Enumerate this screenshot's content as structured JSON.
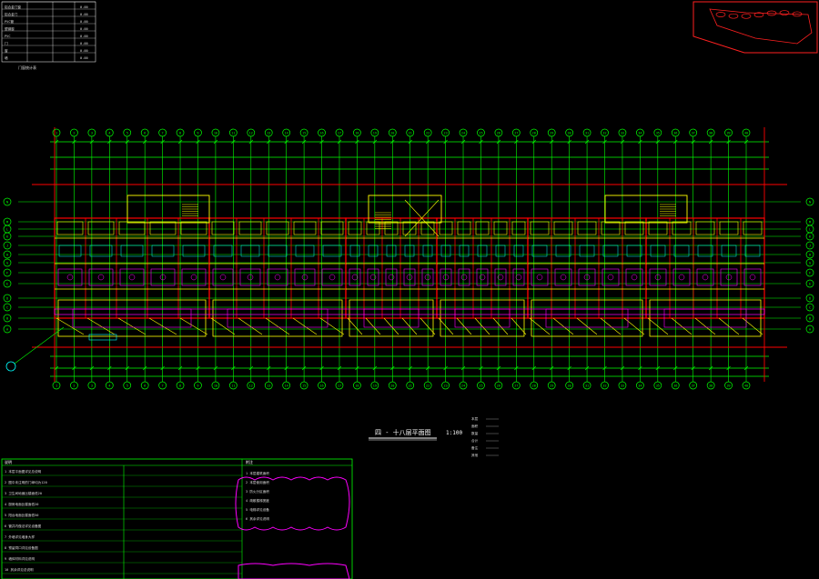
{
  "title_block": {
    "title": "四 - 十八层平面图",
    "scale": "1:100"
  },
  "legend_table": {
    "rows": [
      {
        "a": "铝合金门窗",
        "b": "0.00"
      },
      {
        "a": "铝合金门",
        "b": "0.00"
      },
      {
        "a": "PVC管",
        "b": "0.00"
      },
      {
        "a": "塑钢窗",
        "b": "0.00"
      },
      {
        "a": "PVC",
        "b": "0.00"
      },
      {
        "a": "门",
        "b": "0.00"
      },
      {
        "a": "窗",
        "b": "0.00"
      },
      {
        "a": "墙",
        "b": "0.00"
      }
    ],
    "caption": "门窗统计表"
  },
  "axes_top": [
    "1",
    "2",
    "3",
    "4",
    "5",
    "6",
    "7",
    "8",
    "9",
    "10",
    "11",
    "12",
    "13",
    "14",
    "15",
    "16",
    "17",
    "18",
    "19",
    "20",
    "21",
    "22",
    "23",
    "24",
    "25",
    "26",
    "27",
    "28",
    "29",
    "30",
    "31",
    "32",
    "33",
    "34",
    "35",
    "36",
    "37",
    "38",
    "39",
    "40"
  ],
  "axes_bottom": [
    "1",
    "2",
    "3",
    "4",
    "5",
    "6",
    "7",
    "8",
    "9",
    "10",
    "11",
    "12",
    "13",
    "14",
    "15",
    "16",
    "17",
    "18",
    "19",
    "20",
    "21",
    "22",
    "23",
    "24",
    "25",
    "26",
    "27",
    "28",
    "29",
    "30",
    "31",
    "32",
    "33",
    "34",
    "35",
    "36",
    "37",
    "38",
    "39",
    "40"
  ],
  "axes_left": [
    "N",
    "M",
    "L",
    "K",
    "J",
    "H",
    "G",
    "F",
    "E",
    "D",
    "C",
    "B",
    "A"
  ],
  "axes_right": [
    "N",
    "M",
    "L",
    "K",
    "J",
    "H",
    "G",
    "F",
    "E",
    "D",
    "C",
    "B",
    "A"
  ],
  "notes": {
    "heading": "说明",
    "left_col": [
      "1 本层平面图详见总说明",
      "2 图中未注明的门垛均为120",
      "3 卫生间地面比楼面低20",
      "4 厨房地面比楼面低20",
      "5 阳台地面比楼面低50",
      "6 管井内做法详见设备图",
      "7 外墙详见墙身大样",
      "8 预留洞口详见设备图",
      "9 墙体材料详见说明",
      "10 其余详见总说明"
    ],
    "right_heading": "附注",
    "right_col": [
      "1 本层建筑面积",
      "2 本层使用面积",
      "3 防火分区面积",
      "4 疏散楼梯宽度",
      "5 电梯详见设备",
      "6 其余详见说明"
    ]
  },
  "small_legend": [
    "本层",
    "面积",
    "数量",
    "合计",
    "备注",
    "其他"
  ],
  "colors": {
    "grid": "#00ff00",
    "walls": "#ff0000",
    "rooms": "#ffff00",
    "fixtures": "#ff00ff",
    "hatch": "#00ffff",
    "text": "#ffffff",
    "key_plan": "#ff0000"
  }
}
